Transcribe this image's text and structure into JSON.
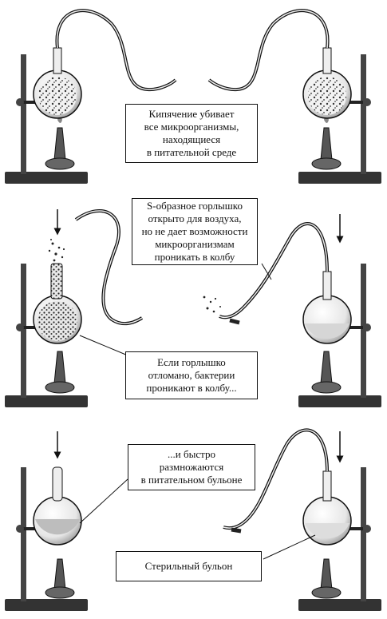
{
  "callouts": {
    "boiling": [
      "Кипячение убивает",
      "все микроорганизмы,",
      "находящиеся",
      "в питательной среде"
    ],
    "s_neck": [
      "S-образное горлышко",
      "открыто для воздуха,",
      "но не дает возможности",
      "микроорганизмам",
      "проникать в колбу"
    ],
    "broken": [
      "Если горлышко",
      "отломано, бактерии",
      "проникают в колбу..."
    ],
    "multiply": [
      "...и быстро",
      "размножаются",
      "в питательном бульоне"
    ],
    "sterile": [
      "Стерильный бульон"
    ]
  },
  "colors": {
    "ink": "#111111",
    "glass": "#dcdcdc",
    "broth": "#c8c8c8",
    "paper": "#ffffff"
  }
}
